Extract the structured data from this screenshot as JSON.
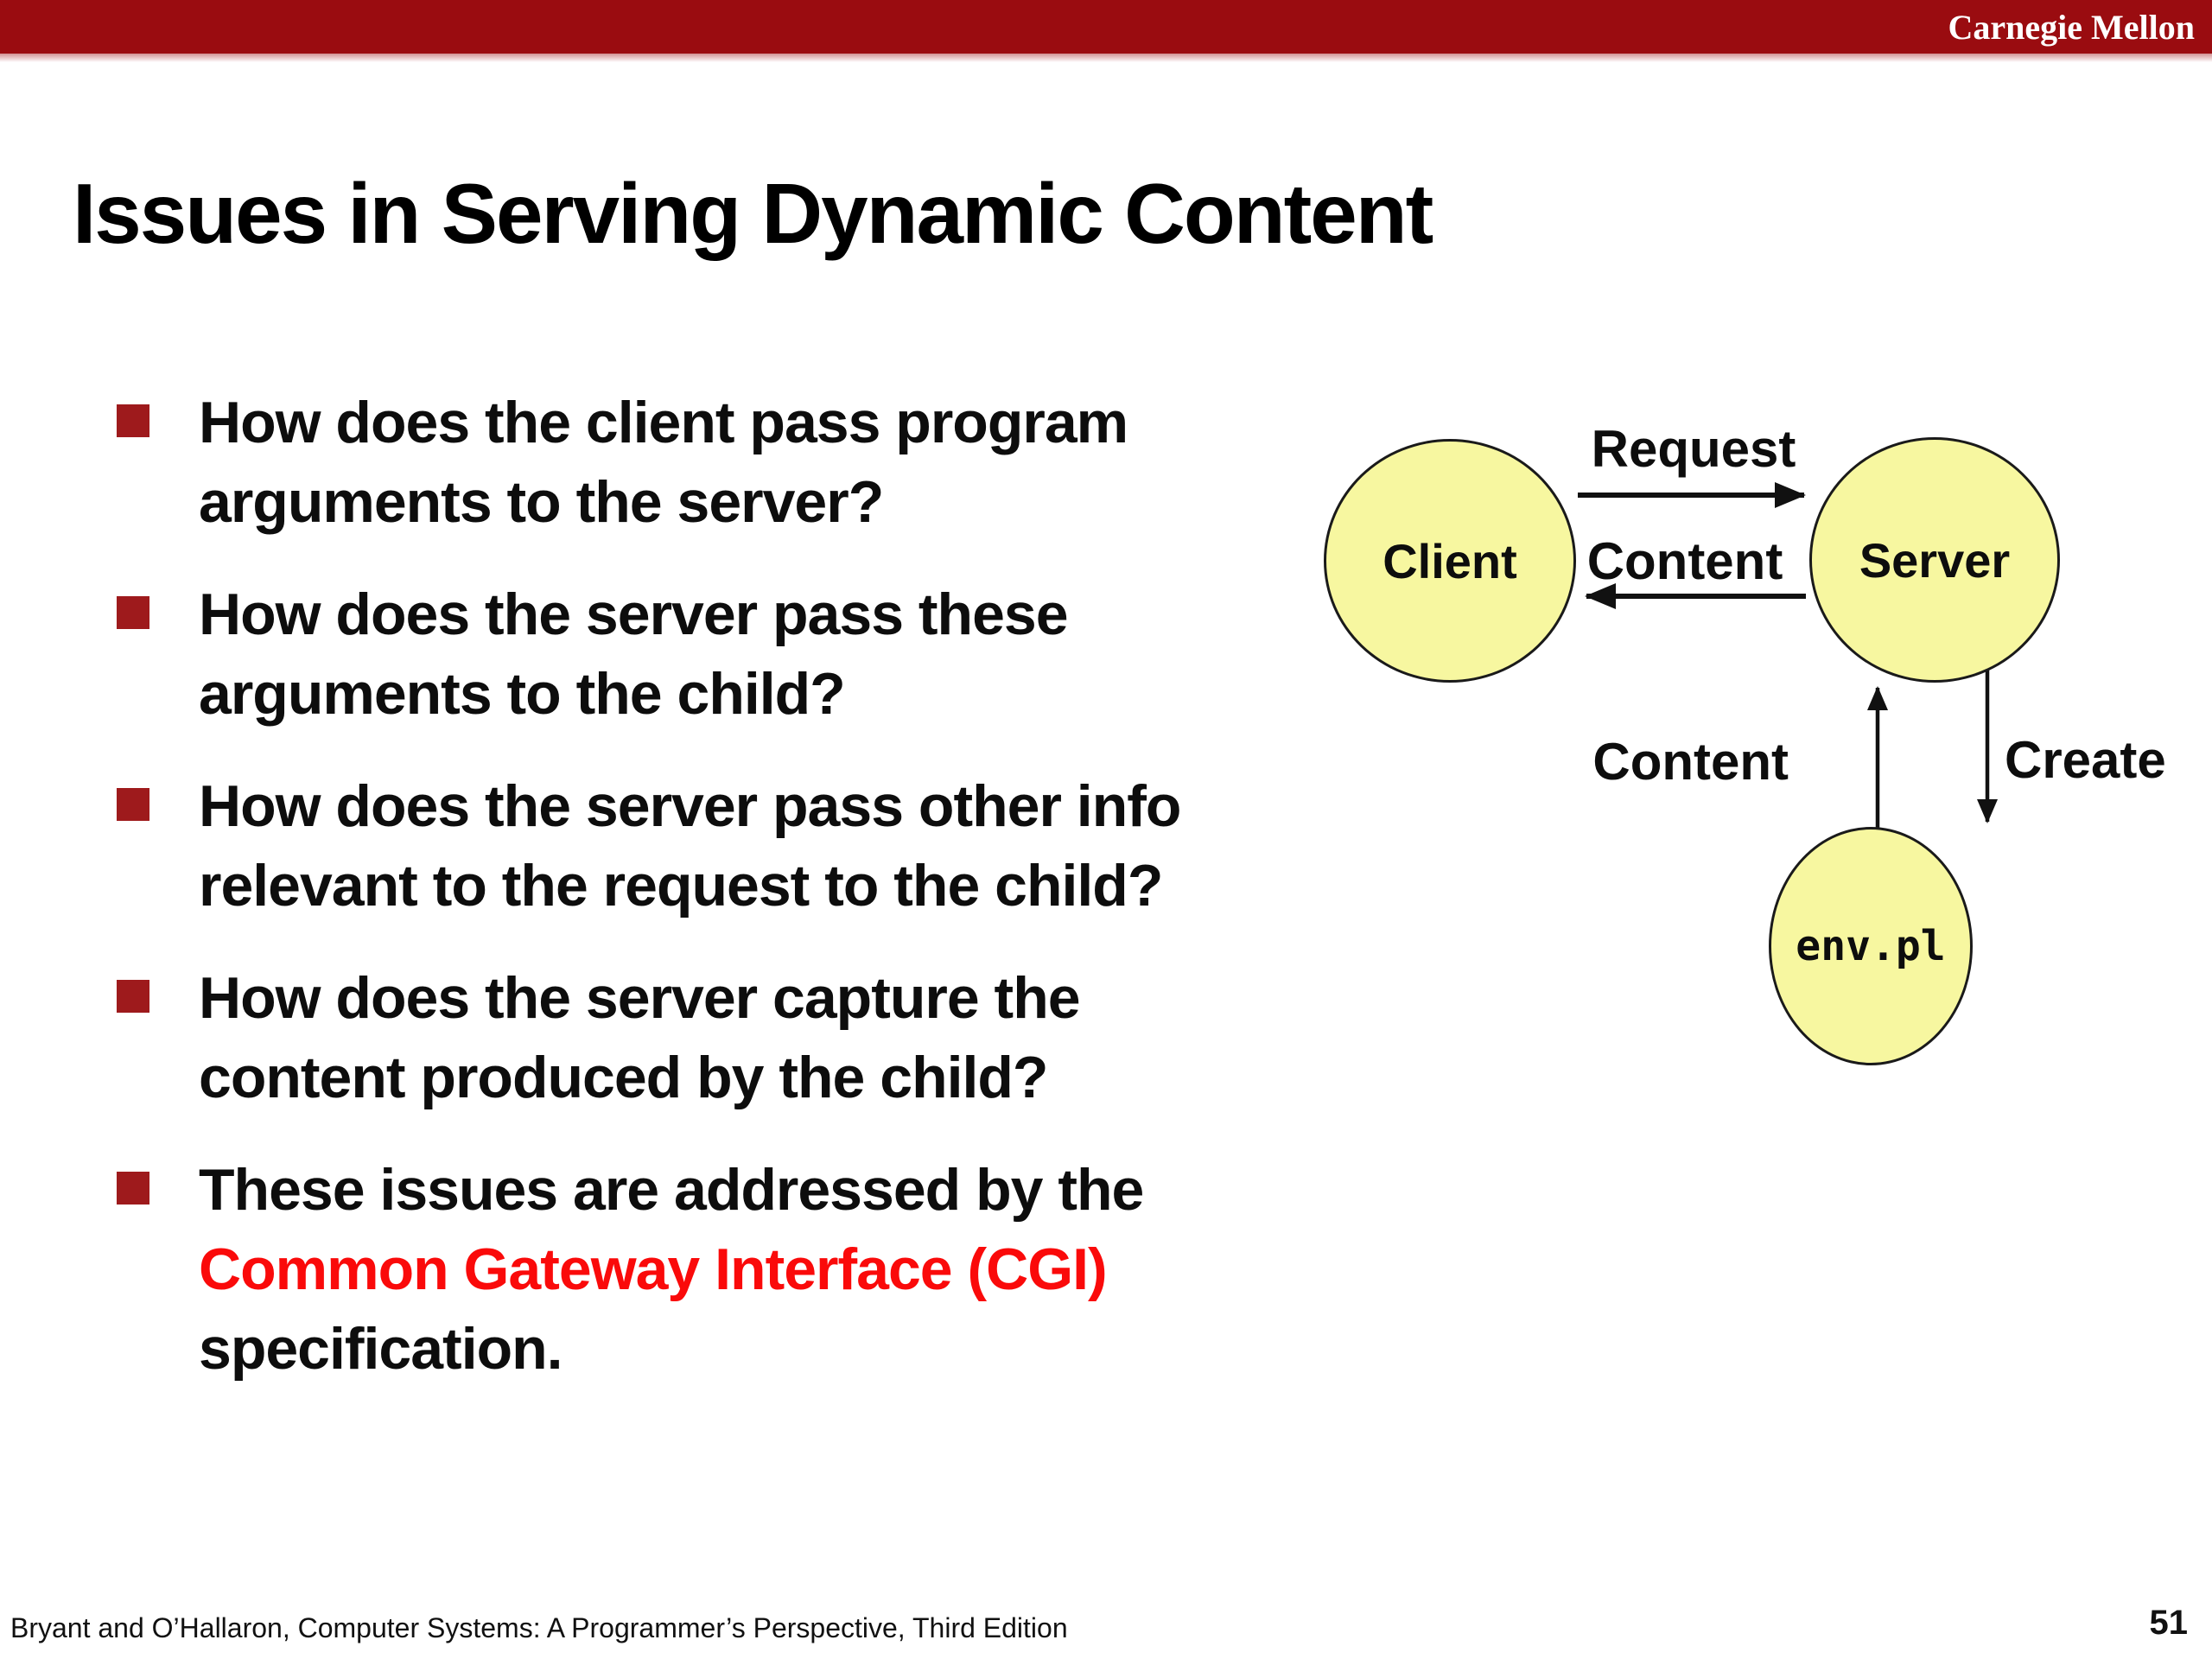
{
  "header": {
    "brand": "Carnegie Mellon"
  },
  "slide": {
    "title": "Issues in Serving Dynamic Content"
  },
  "bullets": [
    {
      "text": "How does the client pass program\narguments to the server?"
    },
    {
      "text": "How does the server pass these\narguments to the child?"
    },
    {
      "text": "How does the server pass other info\nrelevant to the request to the child?"
    },
    {
      "text": "How does the server capture the\ncontent produced by the child?"
    },
    {
      "pre": "These issues are addressed by the\n",
      "highlight": "Common Gateway Interface (CGI)",
      "post": "\nspecification."
    }
  ],
  "diagram": {
    "nodes": {
      "client": "Client",
      "server": "Server",
      "script": "env.pl"
    },
    "labels": {
      "request": "Request",
      "content_between": "Content",
      "content_up": "Content",
      "create": "Create"
    }
  },
  "footer": {
    "citation": "Bryant and O’Hallaron, Computer Systems: A Programmer’s Perspective, Third Edition",
    "page": "51"
  },
  "colors": {
    "top_bar_red": "#9a0c10",
    "bullet_marker_red": "#9e1a1c",
    "cgi_highlight_red": "#fa0a0a",
    "node_fill_yellow": "#f7f7a0",
    "node_border": "#1a1a1a",
    "text": "#0d0d0d"
  }
}
